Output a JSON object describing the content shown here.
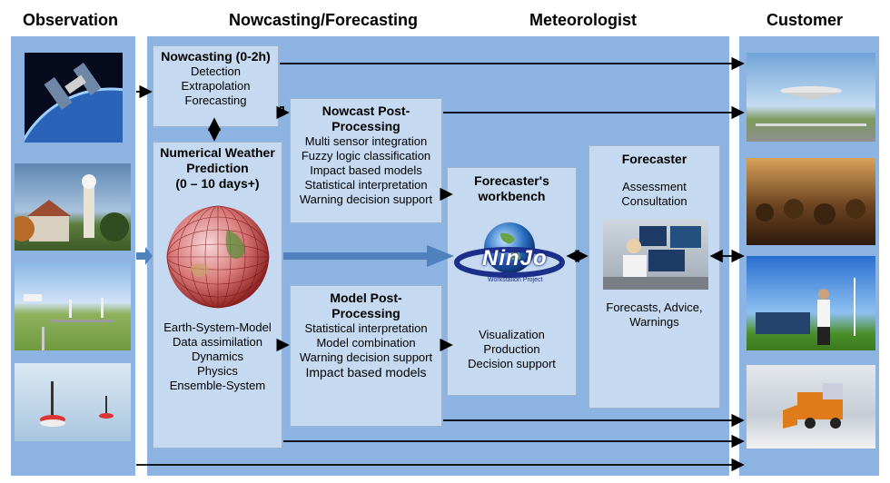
{
  "headers": {
    "observation": "Observation",
    "nowcasting": "Nowcasting/Forecasting",
    "meteorologist": "Meteorologist",
    "customer": "Customer"
  },
  "nowcasting": {
    "title": "Nowcasting (0-2h)",
    "items": [
      "Detection",
      "Extrapolation",
      "Forecasting"
    ]
  },
  "nwp": {
    "title_1": "Numerical Weather",
    "title_2": "Prediction",
    "title_3": "(0 – 10 days+)",
    "items": [
      "Earth-System-Model",
      "Data assimilation",
      "Dynamics",
      "Physics",
      "Ensemble-System"
    ]
  },
  "nowcast_post": {
    "title_1": "Nowcast Post-",
    "title_2": "Processing",
    "items": [
      "Multi sensor integration",
      "Fuzzy logic classification",
      "Impact based models",
      "Statistical interpretation",
      "Warning decision support"
    ]
  },
  "model_post": {
    "title_1": "Model Post-",
    "title_2": "Processing",
    "items": [
      "Statistical interpretation",
      "Model combination",
      "Warning decision support",
      "Impact based models"
    ]
  },
  "workbench": {
    "title_1": "Forecaster's",
    "title_2": "workbench",
    "logo": "NinJo",
    "logo_sub": "Workstation Project",
    "items": [
      "Visualization",
      "Production",
      "Decision support"
    ]
  },
  "forecaster": {
    "title": "Forecaster",
    "items": [
      "Assessment",
      "Consultation"
    ],
    "output_1": "Forecasts, Advice,",
    "output_2": "Warnings"
  },
  "colors": {
    "panel": "#8db3e2",
    "box": "#c5d9f1",
    "arrow": "#000000",
    "big_arrow": "#4f81bd"
  }
}
